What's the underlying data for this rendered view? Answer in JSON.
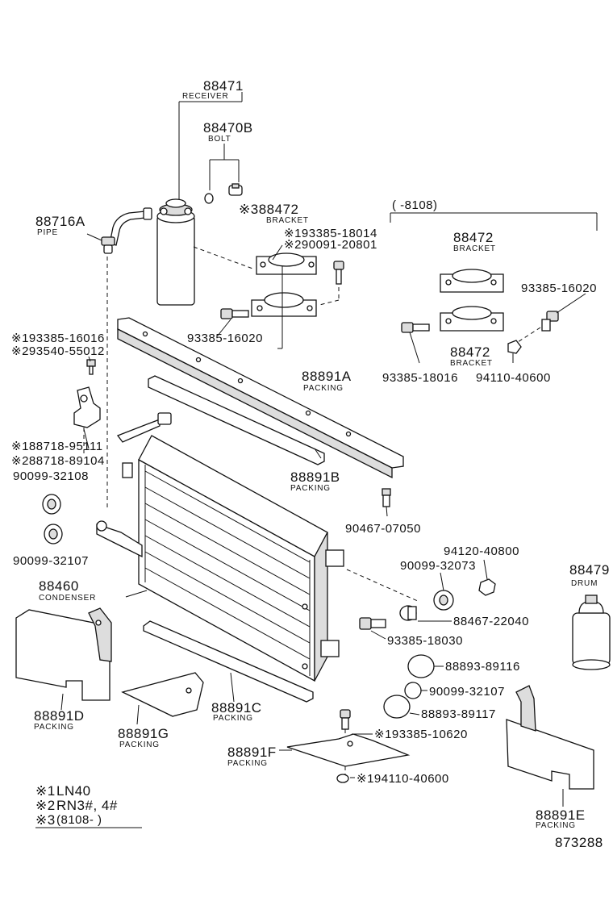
{
  "parts": {
    "receiver": {
      "number": "88471",
      "name": "RECEIVER"
    },
    "bolt": {
      "number": "88470B",
      "name": "BOLT"
    },
    "bracket_marked": {
      "number": "※388472",
      "name": "BRACKET"
    },
    "bolt_18014": {
      "number": "※193385-18014"
    },
    "bolt_20801": {
      "number": "※290091-20801"
    },
    "pipe": {
      "number": "88716A",
      "name": "PIPE"
    },
    "range_8108": {
      "text": "(      -8108)"
    },
    "bracket_upper": {
      "number": "88472",
      "name": "BRACKET"
    },
    "bolt_16020_right": {
      "number": "93385-16020"
    },
    "bracket_lower": {
      "number": "88472",
      "name": "BRACKET"
    },
    "bolt_16020_left": {
      "number": "93385-16020"
    },
    "bolt_16016": {
      "number": "※193385-16016"
    },
    "clip_55012": {
      "number": "※293540-55012"
    },
    "bolt_18016": {
      "number": "93385-18016"
    },
    "nut_40600": {
      "number": "94110-40600"
    },
    "packing_a": {
      "number": "88891A",
      "name": "PACKING"
    },
    "clamp_95111": {
      "number": "※188718-95111"
    },
    "clamp_89104": {
      "number": "※288718-89104"
    },
    "cushion_32108": {
      "number": "90099-32108"
    },
    "packing_b": {
      "number": "88891B",
      "name": "PACKING"
    },
    "cushion_32107_left": {
      "number": "90099-32107"
    },
    "valve_07050": {
      "number": "90467-07050"
    },
    "nut_40800": {
      "number": "94120-40800"
    },
    "cushion_32073": {
      "number": "90099-32073"
    },
    "drum": {
      "number": "88479",
      "name": "DRUM"
    },
    "condenser": {
      "number": "88460",
      "name": "CONDENSER"
    },
    "bush_22040": {
      "number": "88467-22040"
    },
    "bolt_18030": {
      "number": "93385-18030"
    },
    "cap_89116": {
      "number": "88893-89116"
    },
    "cushion_32107_right": {
      "number": "90099-32107"
    },
    "packing_d": {
      "number": "88891D",
      "name": "PACKING"
    },
    "packing_c": {
      "number": "88891C",
      "name": "PACKING"
    },
    "cap_89117": {
      "number": "88893-89117"
    },
    "packing_g": {
      "number": "88891G",
      "name": "PACKING"
    },
    "bolt_10620": {
      "number": "※193385-10620"
    },
    "packing_f": {
      "number": "88891F",
      "name": "PACKING"
    },
    "nut_40600_marked": {
      "number": "※194110-40600"
    },
    "packing_e": {
      "number": "88891E",
      "name": "PACKING"
    }
  },
  "notes": [
    {
      "mark": "※1",
      "text": "LN40"
    },
    {
      "mark": "※2",
      "text": "RN3#, 4#"
    },
    {
      "mark": "※3",
      "text": "(8108-         )"
    }
  ],
  "figure_number": "873288"
}
